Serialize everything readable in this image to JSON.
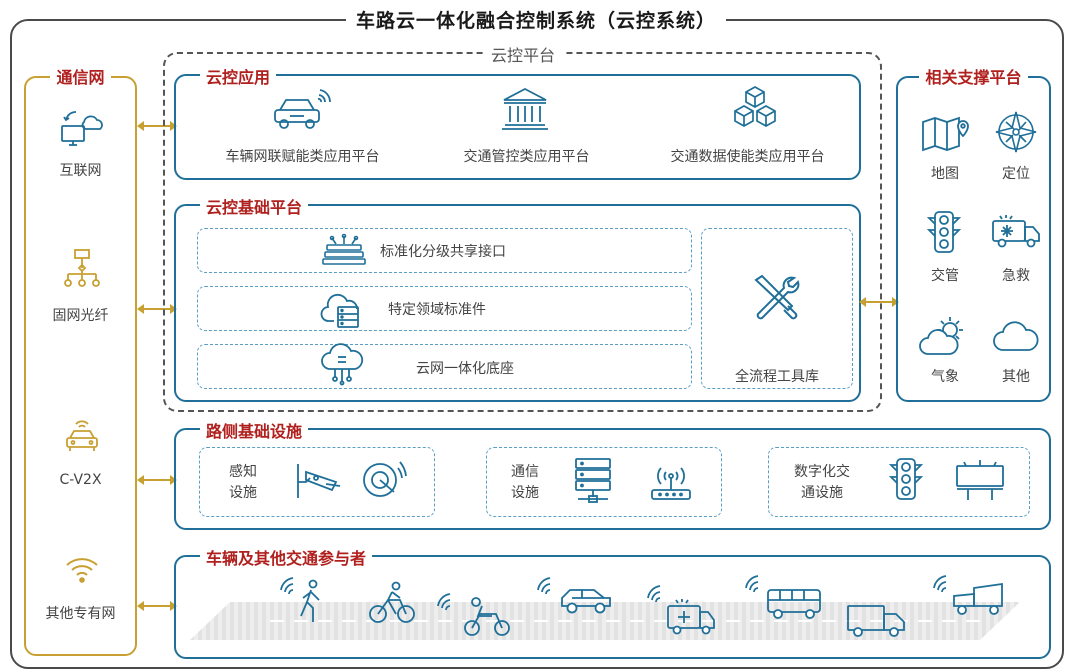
{
  "title": "车路云一体化融合控制系统（云控系统）",
  "comm_network": {
    "title": "通信网",
    "items": [
      "互联网",
      "固网光纤",
      "C-V2X",
      "其他专有网"
    ]
  },
  "cloud_platform": {
    "title": "云控平台",
    "application": {
      "title": "云控应用",
      "items": [
        "车辆网联赋能类应用平台",
        "交通管控类应用平台",
        "交通数据使能类应用平台"
      ]
    },
    "base_platform": {
      "title": "云控基础平台",
      "layers": [
        "标准化分级共享接口",
        "特定领域标准件",
        "云网一体化底座"
      ],
      "toolkit": "全流程工具库"
    }
  },
  "support_platform": {
    "title": "相关支撑平台",
    "items": [
      "地图",
      "定位",
      "交管",
      "急救",
      "气象",
      "其他"
    ]
  },
  "roadside": {
    "title": "路侧基础设施",
    "groups": [
      "感知\n设施",
      "通信\n设施",
      "数字化交\n通设施"
    ]
  },
  "vehicles": {
    "title": "车辆及其他交通参与者"
  },
  "colors": {
    "gold": "#c8a032",
    "blue": "#1f6f98",
    "title_red": "#b0201e"
  }
}
